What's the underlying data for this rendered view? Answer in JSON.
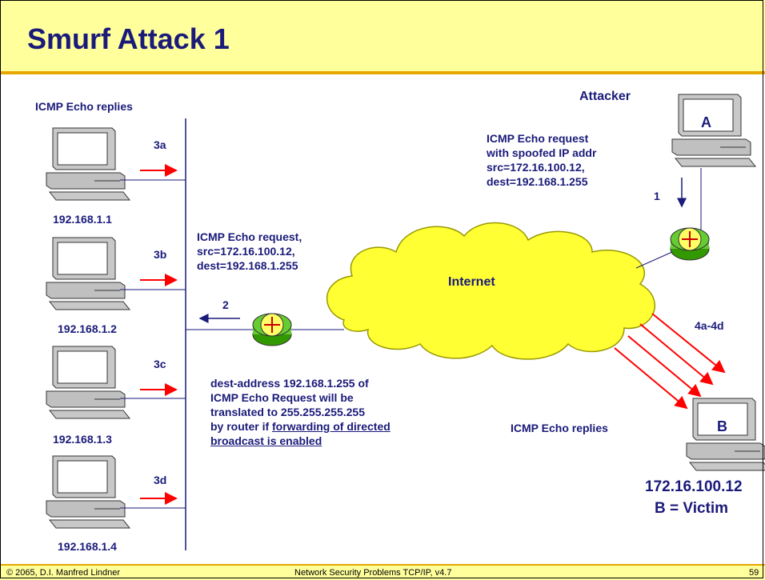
{
  "slide": {
    "title": "Smurf Attack 1",
    "footer_left": "© 2065, D.I. Manfred Lindner",
    "footer_center": "Network Security Problems TCP/IP, v4.7",
    "footer_right": "59"
  },
  "hosts": [
    {
      "ip": "192.168.1.1",
      "step": "3a"
    },
    {
      "ip": "192.168.1.2",
      "step": "3b"
    },
    {
      "ip": "192.168.1.3",
      "step": "3c"
    },
    {
      "ip": "192.168.1.4",
      "step": "3d"
    }
  ],
  "labels": {
    "echo_replies_left": "ICMP Echo replies",
    "echo_request_lan": "ICMP Echo request,\nsrc=172.16.100.12,\ndest=192.168.1.255",
    "step2": "2",
    "internet": "Internet",
    "attacker": "Attacker",
    "attacker_letter": "A",
    "spoofed_request": "ICMP Echo request\nwith spoofed IP addr\nsrc=172.16.100.12,\ndest=192.168.1.255",
    "step1": "1",
    "step4": "4a-4d",
    "echo_replies_right": "ICMP Echo replies",
    "victim_letter": "B",
    "victim_ip": "172.16.100.12",
    "victim_name": "B = Victim",
    "broadcast_note": "dest-address 192.168.1.255 of\nICMP Echo Request will be\ntranslated to 255.255.255.255\nby router if ",
    "broadcast_note_underlined": "forwarding of directed\nbroadcast is enabled"
  },
  "colors": {
    "title_bg": "#ffff9c",
    "title_text": "#1a1a7a",
    "cloud": "#ffff33",
    "router": "#66cc33",
    "attack_arrow": "#ff0000"
  }
}
